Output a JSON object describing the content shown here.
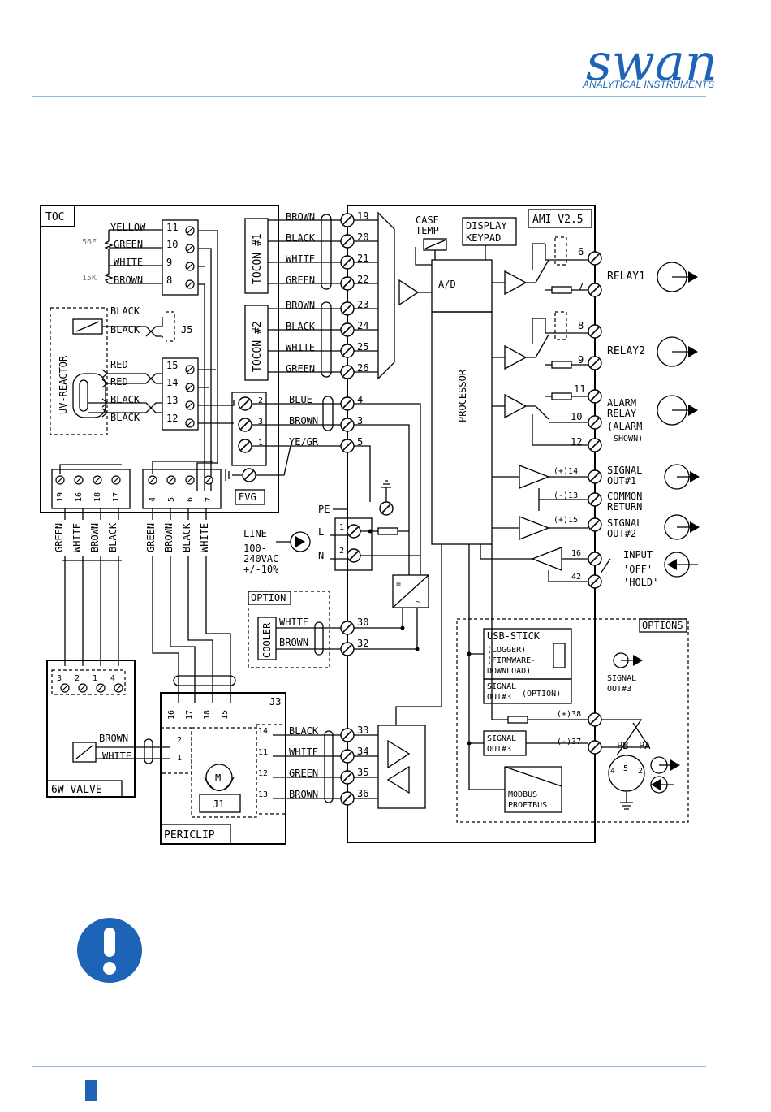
{
  "brand": {
    "logo": "swan",
    "sub": "ANALYTICAL INSTRUMENTS",
    "color": "#1d64b7"
  },
  "notice_icon": "exclamation-icon",
  "toc": {
    "title": "TOC",
    "upper_wires": [
      {
        "color": "YELLOW",
        "num": "11"
      },
      {
        "color": "GREEN",
        "num": "10",
        "tag": "56E"
      },
      {
        "color": "WHITE",
        "num": "9"
      },
      {
        "color": "BROWN",
        "num": "8",
        "tag": "15K"
      }
    ],
    "j5_wires": [
      "BLACK",
      "BLACK"
    ],
    "j5": "J5",
    "uv_reactor": "UV-REACTOR",
    "uv_wires": [
      {
        "color": "RED",
        "num": "15"
      },
      {
        "color": "RED",
        "num": "14"
      },
      {
        "color": "BLACK",
        "num": "13"
      },
      {
        "color": "BLACK",
        "num": "12"
      }
    ],
    "evg_nums": [
      "2",
      "3",
      "1"
    ],
    "evg": "EVG",
    "bottom_left_nums": [
      "19",
      "16",
      "18",
      "17"
    ],
    "bottom_right_nums": [
      "4",
      "5",
      "6",
      "7"
    ]
  },
  "tocon1": {
    "label": "TOCON #1",
    "wires": [
      "BROWN",
      "BLACK",
      "WHITE",
      "GREEN"
    ]
  },
  "tocon2": {
    "label": "TOCON #2",
    "wires": [
      "BROWN",
      "BLACK",
      "WHITE",
      "GREEN"
    ]
  },
  "ami": {
    "title": "AMI V2.5",
    "case_temp": [
      "CASE",
      "TEMP"
    ],
    "display": [
      "DISPLAY",
      "KEYPAD"
    ],
    "ad": "A/D",
    "processor": "PROCESSOR",
    "left_terms": [
      "19",
      "20",
      "21",
      "22",
      "23",
      "24",
      "25",
      "26",
      "4",
      "3",
      "5"
    ],
    "evg_wires": [
      "BLUE",
      "BROWN",
      "YE/GR"
    ],
    "pe": "PE",
    "line": [
      "LINE",
      "100-",
      "240VAC",
      "+/-10%"
    ],
    "ln": [
      "L",
      "N"
    ],
    "ln_nums": [
      "1",
      "2"
    ],
    "cooler_terms": [
      "30",
      "32"
    ],
    "periclip_terms": [
      "33",
      "34",
      "35",
      "36"
    ],
    "right_terms": [
      "6",
      "7",
      "8",
      "9",
      "11",
      "10",
      "12"
    ],
    "relay1": "RELAY1",
    "relay2": "RELAY2",
    "alarm": [
      "ALARM",
      "RELAY",
      "(ALARM",
      "SHOWN)"
    ],
    "sig_labels": [
      "(+)14",
      "(-)13",
      "(+)15",
      "16",
      "42"
    ],
    "signal_out1": [
      "SIGNAL",
      "OUT#1"
    ],
    "common": [
      "COMMON",
      "RETURN"
    ],
    "signal_out2": [
      "SIGNAL",
      "OUT#2"
    ],
    "input": [
      "INPUT",
      "'OFF'",
      "'HOLD'"
    ]
  },
  "options": {
    "title": "OPTIONS",
    "usb": [
      "USB-STICK",
      "(LOGGER)",
      "(FIRMWARE-",
      "DOWNLOAD)"
    ],
    "sig3_opt": [
      "SIGNAL",
      "OUT#3",
      "(OPTION)"
    ],
    "sig3": [
      "SIGNAL",
      "OUT#3"
    ],
    "modbus": [
      "MODBUS",
      "PROFIBUS"
    ],
    "nums": [
      "(+)38",
      "(-)37"
    ],
    "signal_out3": [
      "SIGNAL",
      "OUT#3"
    ],
    "pb": "PB",
    "pa": "PA",
    "pins": [
      "4",
      "5",
      "2"
    ]
  },
  "cooler": {
    "option": "OPTION",
    "label": "COOLER",
    "wires": [
      "WHITE",
      "BROWN"
    ]
  },
  "valve": {
    "label": "6W-VALVE",
    "nums": [
      "3",
      "2",
      "1",
      "4"
    ],
    "wires": [
      "BROWN",
      "WHITE"
    ],
    "pins": [
      "2",
      "1"
    ]
  },
  "cable_colors_left": [
    "GREEN",
    "WHITE",
    "BROWN",
    "BLACK"
  ],
  "cable_colors_right": [
    "GREEN",
    "BROWN",
    "BLACK",
    "WHITE"
  ],
  "periclip": {
    "label": "PERICLIP",
    "j3": "J3",
    "j1": "J1",
    "motor": "M",
    "top_nums": [
      "16",
      "17",
      "18",
      "15"
    ],
    "wire_nums": [
      "14",
      "11",
      "12",
      "13"
    ],
    "wires": [
      "BLACK",
      "WHITE",
      "GREEN",
      "BROWN"
    ]
  }
}
